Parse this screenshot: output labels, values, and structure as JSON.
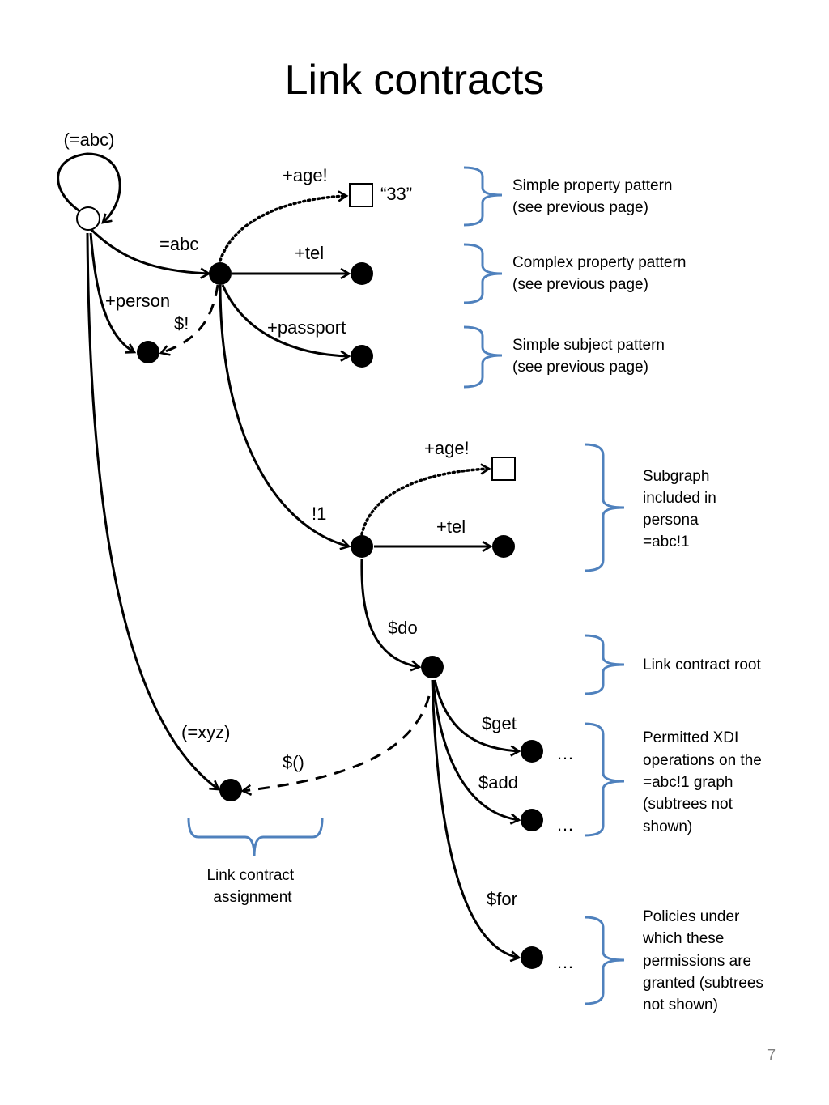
{
  "title": "Link contracts",
  "page_number": "7",
  "root_label": "(=abc)",
  "literal_value": "“33”",
  "edges": {
    "age_top": "+age!",
    "abc": "=abc",
    "tel_top": "+tel",
    "person": "+person",
    "dollar_bang": "$!",
    "passport": "+passport",
    "age_sub": "+age!",
    "bang1": "!1",
    "tel_sub": "+tel",
    "do": "$do",
    "get": "$get",
    "add": "$add",
    "for": "$for",
    "xyz": "(=xyz)",
    "dollar_paren": "$()"
  },
  "ellipses": {
    "get": "…",
    "add": "…",
    "for": "…"
  },
  "annotations": {
    "simple_property": [
      "Simple property pattern",
      "(see previous page)"
    ],
    "complex_property": [
      "Complex property pattern",
      "(see previous page)"
    ],
    "simple_subject": [
      "Simple subject pattern",
      "(see previous page)"
    ],
    "subgraph": [
      "Subgraph",
      "included in",
      "persona",
      "=abc!1"
    ],
    "lc_root": [
      "Link contract root"
    ],
    "permitted": [
      "Permitted XDI",
      "operations on the",
      "=abc!1 graph",
      "(subtrees not",
      "shown)"
    ],
    "policies": [
      "Policies under",
      "which these",
      "permissions are",
      "granted (subtrees",
      "not shown)"
    ],
    "assignment": [
      "Link contract",
      "assignment"
    ]
  },
  "colors": {
    "brace": "#4f81bd",
    "ink": "#000000",
    "page_number": "#7f7f7f"
  }
}
